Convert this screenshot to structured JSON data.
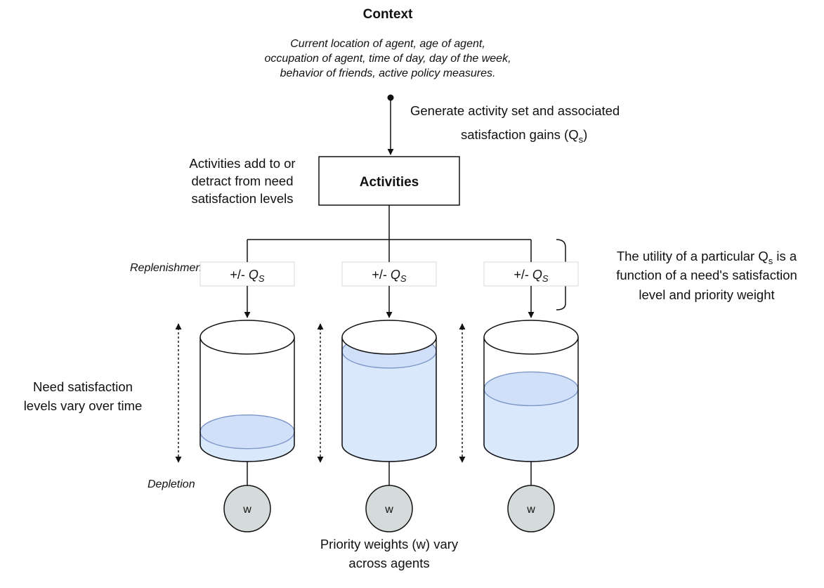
{
  "context": {
    "title": "Context",
    "lines": [
      "Current location of agent, age of agent,",
      "occupation of agent, time of day, day of the week,",
      "behavior of friends, active policy measures."
    ]
  },
  "generate_label": {
    "line1": "Generate activity set and associated",
    "line2_main": "satisfaction gains (Q",
    "line2_sub": "s",
    "line2_end": ")"
  },
  "activities_box": {
    "label": "Activities"
  },
  "activities_note": {
    "lines": [
      "Activities add to or",
      "detract from need",
      "satisfaction levels"
    ]
  },
  "qs_label": {
    "prefix": "+/- ",
    "symbol": "Q",
    "sub": "S"
  },
  "utility_note": {
    "line1_main": "The utility of a particular Q",
    "line1_sub": "s",
    "line1_end": " is a",
    "line2": "function of a need's satisfaction",
    "line3": "level and priority weight"
  },
  "replenishment_label": "Replenishment",
  "depletion_label": "Depletion",
  "need_levels_note": {
    "lines": [
      "Need satisfaction",
      "levels vary over time"
    ]
  },
  "needs": [
    {
      "fill_level": 0.12,
      "weight": "w"
    },
    {
      "fill_level": 0.87,
      "weight": "w"
    },
    {
      "fill_level": 0.52,
      "weight": "w"
    }
  ],
  "priority_note": {
    "lines": [
      "Priority weights (w) vary",
      "across agents"
    ]
  },
  "colors": {
    "water_fill": "#dae8fc",
    "water_stroke": "#7c96c8",
    "weight_fill": "#d5dbdb"
  }
}
